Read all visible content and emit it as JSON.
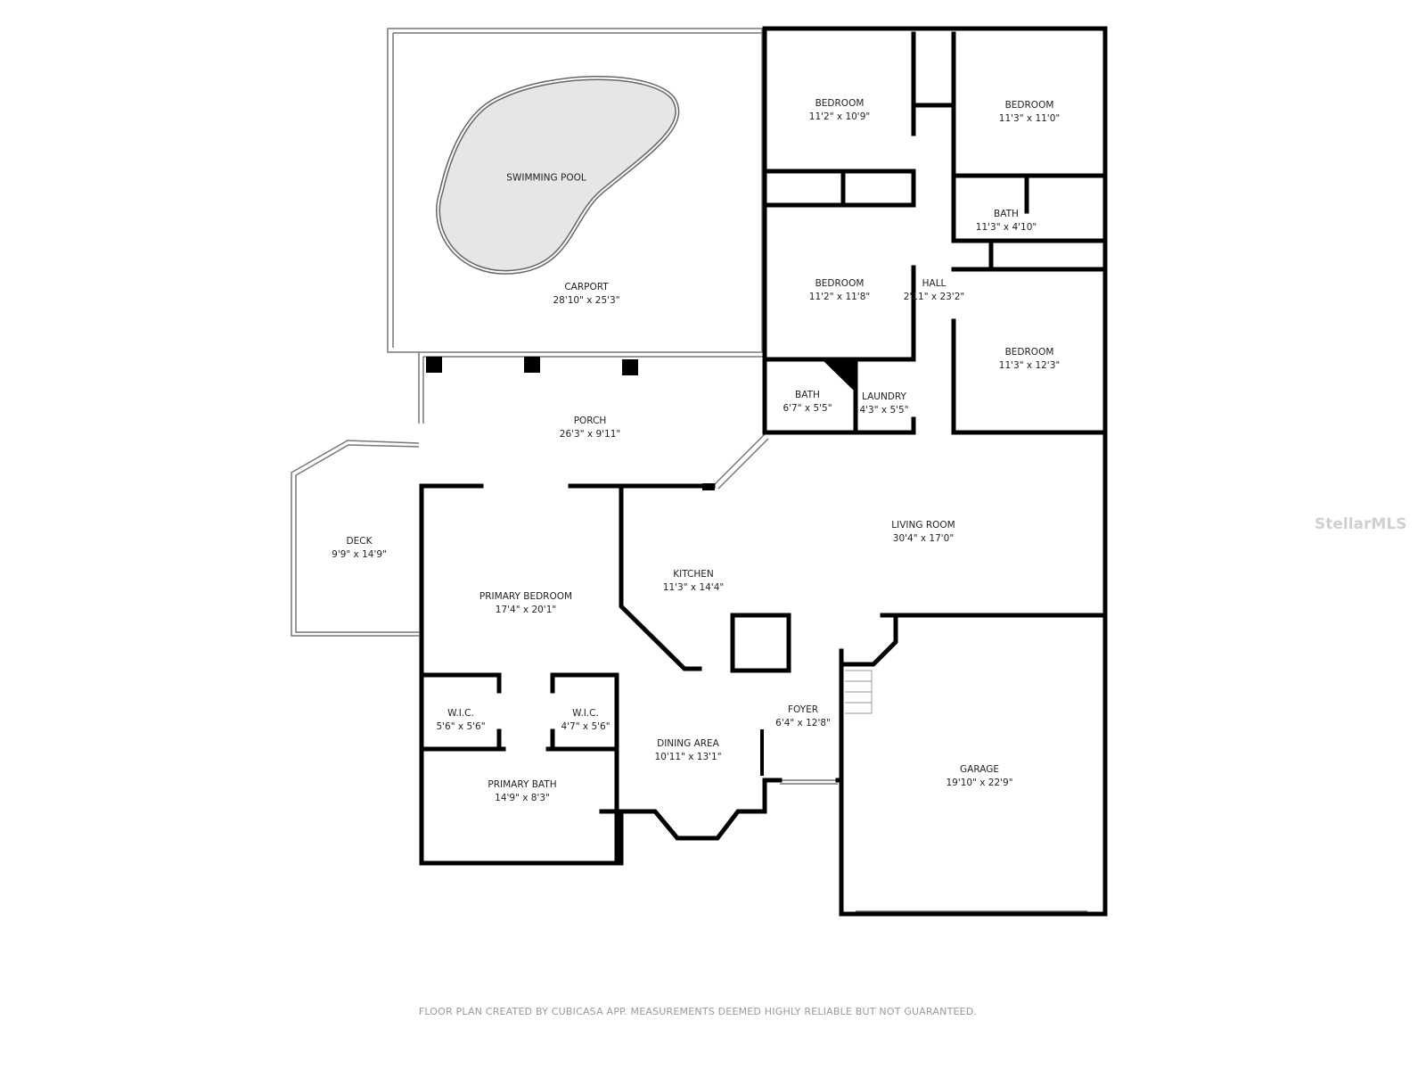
{
  "rooms": [
    {
      "id": "swimming-pool",
      "name": "SWIMMING POOL",
      "dims": ""
    },
    {
      "id": "carport",
      "name": "CARPORT",
      "dims": "28'10\" x 25'3\""
    },
    {
      "id": "bedroom-1",
      "name": "BEDROOM",
      "dims": "11'2\" x 10'9\""
    },
    {
      "id": "bedroom-2",
      "name": "BEDROOM",
      "dims": "11'3\" x 11'0\""
    },
    {
      "id": "bath-1",
      "name": "BATH",
      "dims": "11'3\" x 4'10\""
    },
    {
      "id": "bedroom-3",
      "name": "BEDROOM",
      "dims": "11'2\" x 11'8\""
    },
    {
      "id": "hall",
      "name": "HALL",
      "dims": "2'11\" x 23'2\""
    },
    {
      "id": "bedroom-4",
      "name": "BEDROOM",
      "dims": "11'3\" x 12'3\""
    },
    {
      "id": "bath-2",
      "name": "BATH",
      "dims": "6'7\" x 5'5\""
    },
    {
      "id": "laundry",
      "name": "LAUNDRY",
      "dims": "4'3\" x 5'5\""
    },
    {
      "id": "porch",
      "name": "PORCH",
      "dims": "26'3\" x 9'11\""
    },
    {
      "id": "deck",
      "name": "DECK",
      "dims": "9'9\" x 14'9\""
    },
    {
      "id": "living-room",
      "name": "LIVING ROOM",
      "dims": "30'4\" x 17'0\""
    },
    {
      "id": "kitchen",
      "name": "KITCHEN",
      "dims": "11'3\" x 14'4\""
    },
    {
      "id": "primary-bedroom",
      "name": "PRIMARY BEDROOM",
      "dims": "17'4\" x 20'1\""
    },
    {
      "id": "wic-1",
      "name": "W.I.C.",
      "dims": "5'6\" x 5'6\""
    },
    {
      "id": "wic-2",
      "name": "W.I.C.",
      "dims": "4'7\" x 5'6\""
    },
    {
      "id": "foyer",
      "name": "FOYER",
      "dims": "6'4\" x 12'8\""
    },
    {
      "id": "dining-area",
      "name": "DINING AREA",
      "dims": "10'11\" x 13'1\""
    },
    {
      "id": "primary-bath",
      "name": "PRIMARY BATH",
      "dims": "14'9\" x 8'3\""
    },
    {
      "id": "garage",
      "name": "GARAGE",
      "dims": "19'10\" x 22'9\""
    }
  ],
  "footer": "FLOOR PLAN CREATED BY CUBICASA APP. MEASUREMENTS DEEMED HIGHLY RELIABLE BUT NOT GUARANTEED.",
  "watermark": "StellarMLS",
  "colors": {
    "wall": "#000000",
    "pool_fill": "#e6e6e6",
    "thin_line": "#888888"
  }
}
